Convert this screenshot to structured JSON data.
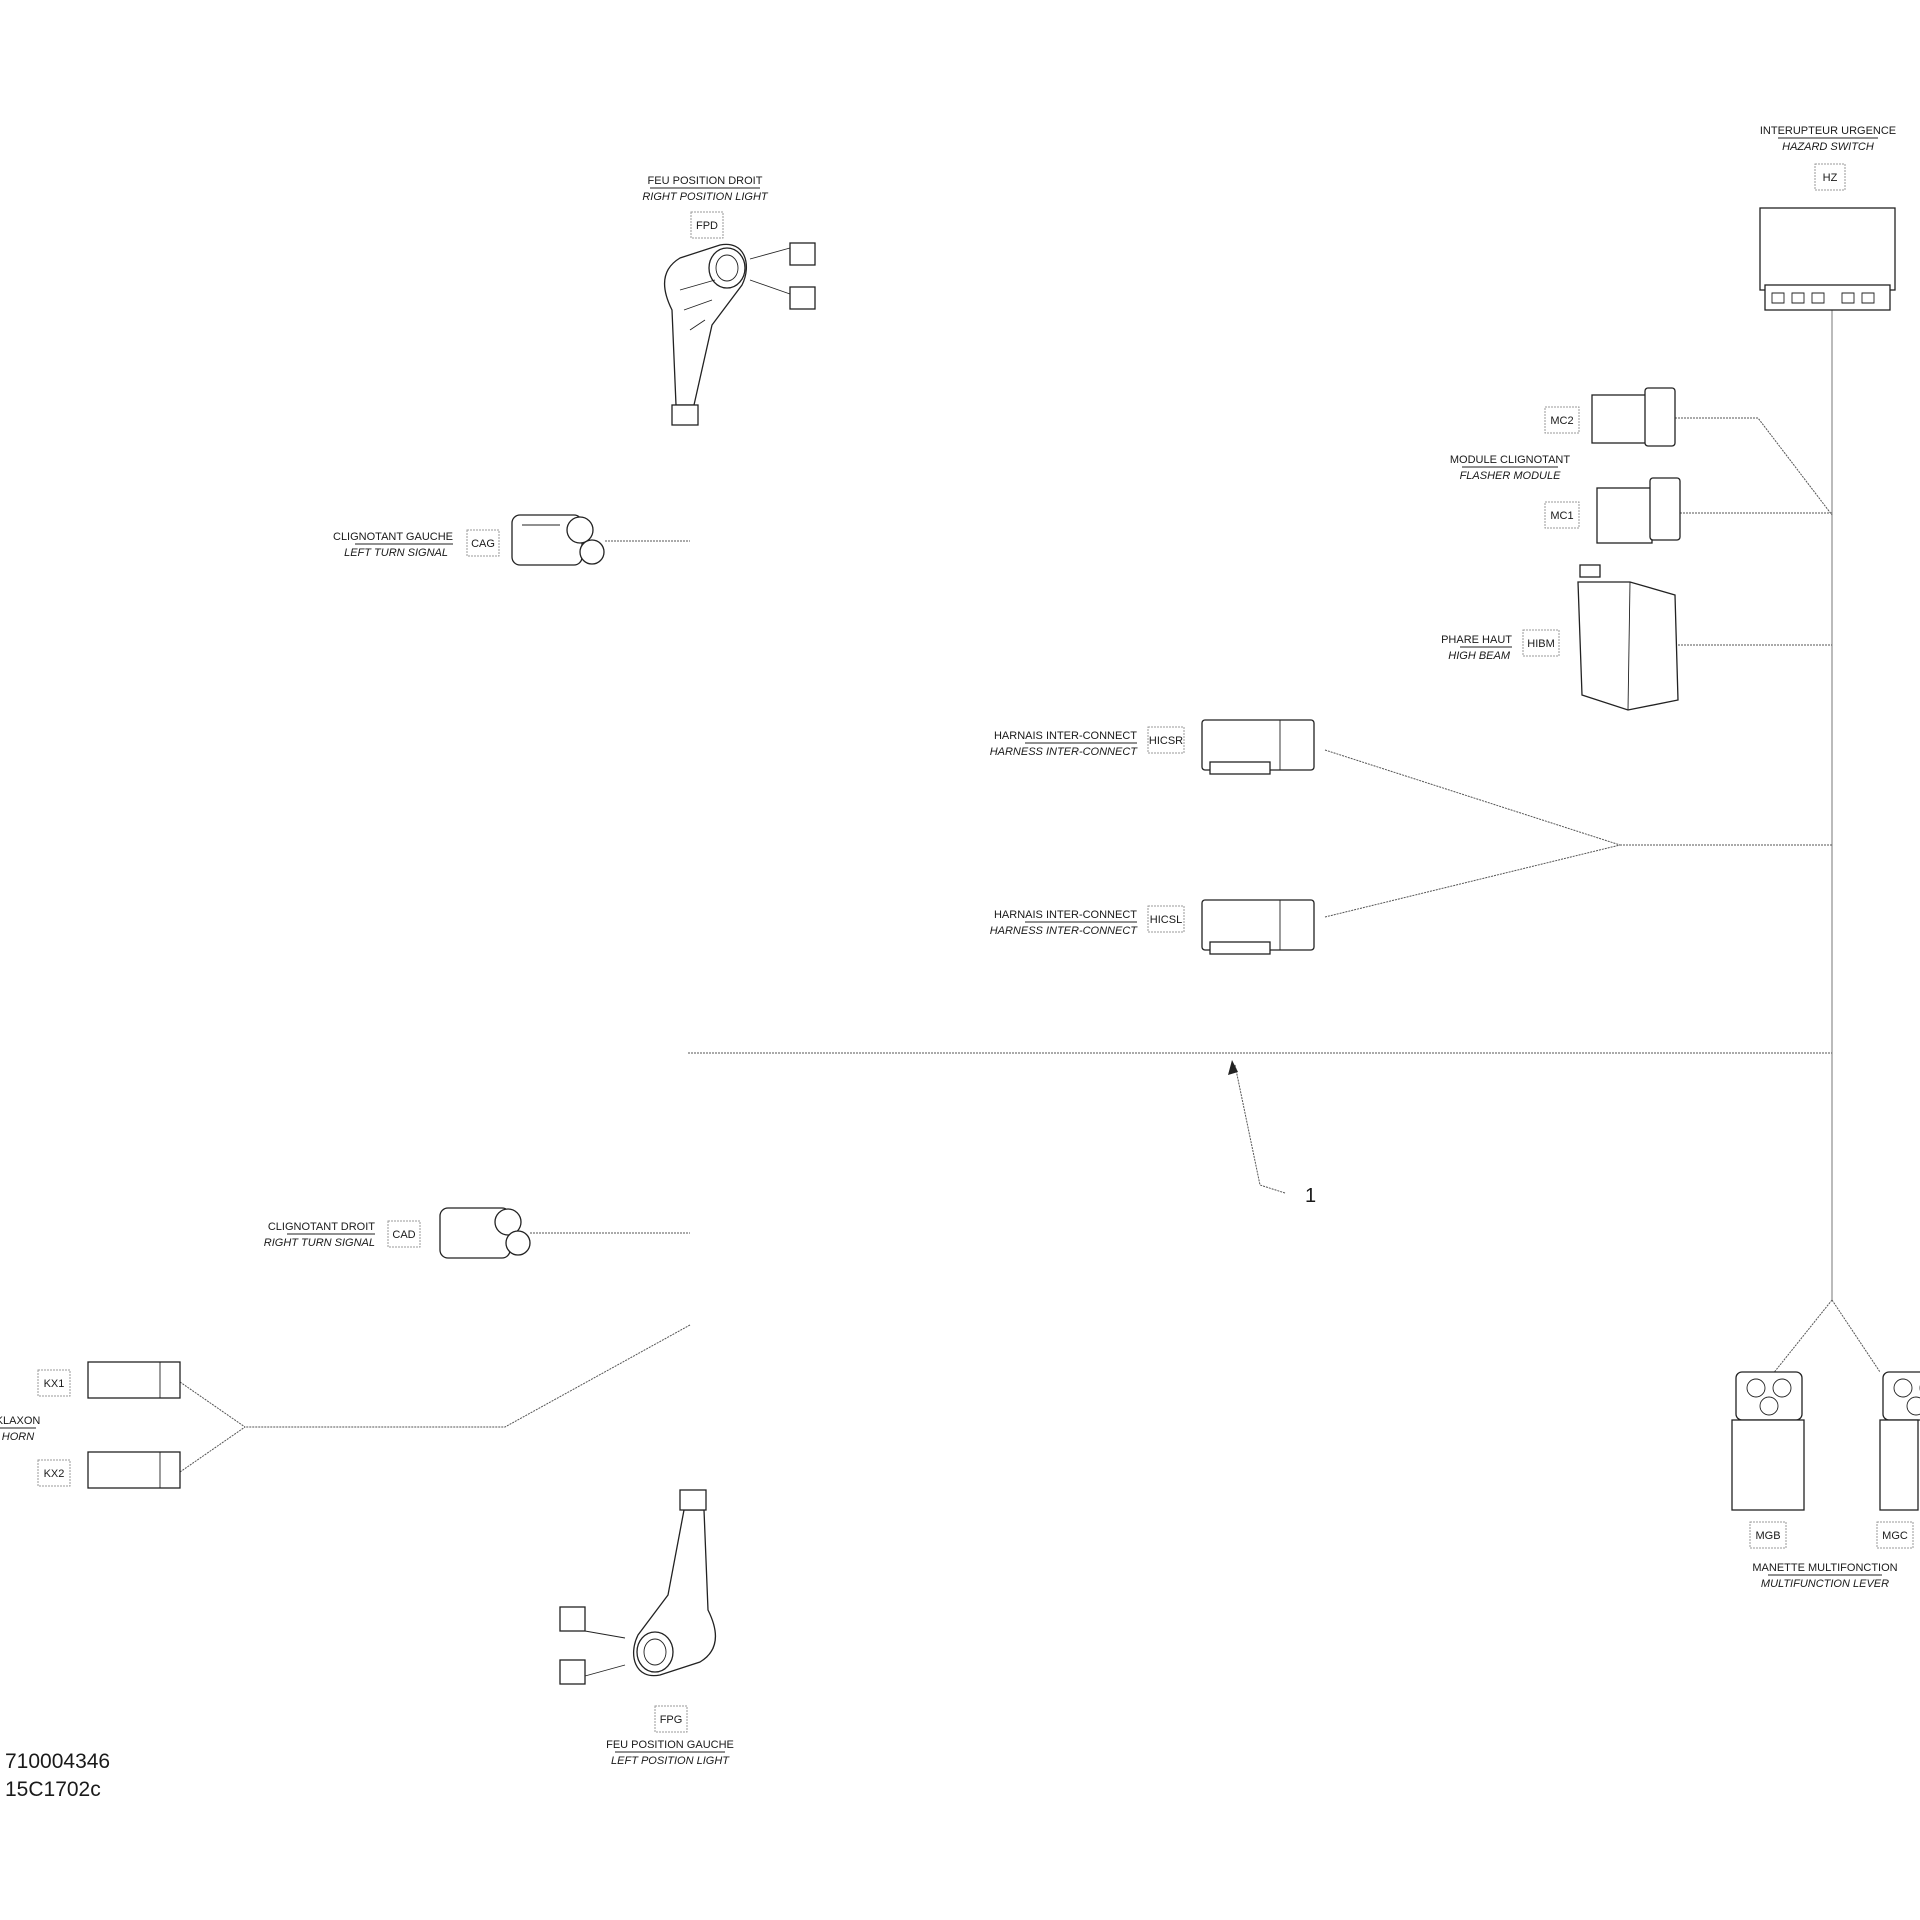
{
  "components": {
    "right_position_light": {
      "fr": "FEU POSITION DROIT",
      "en": "RIGHT POSITION LIGHT",
      "code": "FPD"
    },
    "left_turn_signal": {
      "fr": "CLIGNOTANT GAUCHE",
      "en": "LEFT TURN SIGNAL",
      "code": "CAG"
    },
    "hazard_switch": {
      "fr": "INTERUPTEUR URGENCE",
      "en": "HAZARD SWITCH",
      "code": "HZ"
    },
    "flasher_module": {
      "fr": "MODULE CLIGNOTANT",
      "en": "FLASHER MODULE",
      "code_a": "MC2",
      "code_b": "MC1"
    },
    "high_beam": {
      "fr": "PHARE HAUT",
      "en": "HIGH BEAM",
      "code": "HIBM"
    },
    "harness_interconnect_r": {
      "fr": "HARNAIS INTER-CONNECT",
      "en": "HARNESS INTER-CONNECT",
      "code": "HICSR"
    },
    "harness_interconnect_l": {
      "fr": "HARNAIS INTER-CONNECT",
      "en": "HARNESS INTER-CONNECT",
      "code": "HICSL"
    },
    "right_turn_signal": {
      "fr": "CLIGNOTANT DROIT",
      "en": "RIGHT TURN SIGNAL",
      "code": "CAD"
    },
    "horn": {
      "fr": "KLAXON",
      "en": "HORN",
      "code_a": "KX1",
      "code_b": "KX2"
    },
    "left_position_light": {
      "fr": "FEU POSITION GAUCHE",
      "en": "LEFT POSITION LIGHT",
      "code": "FPG"
    },
    "multifunction_lever": {
      "fr": "MANETTE MULTIFONCTION",
      "en": "MULTIFUNCTION LEVER",
      "code_a": "MGB",
      "code_b": "MGC"
    }
  },
  "callout": "1",
  "footer": {
    "part_number": "710004346",
    "drawing_code": "15C1702c"
  }
}
